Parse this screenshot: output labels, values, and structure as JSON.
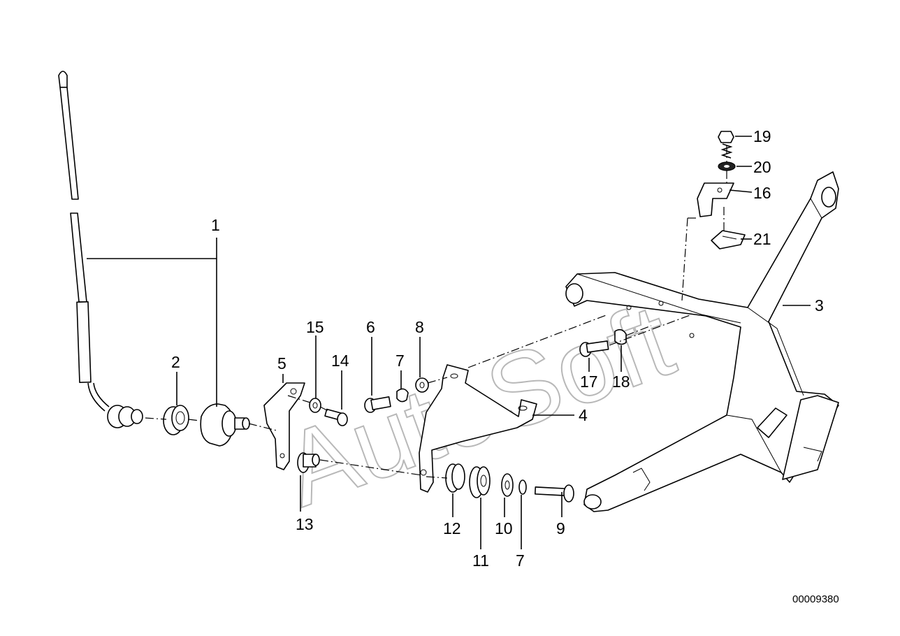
{
  "diagram": {
    "watermark": "AutoSoft",
    "drawing_code": "00009380",
    "callouts": [
      "1",
      "2",
      "3",
      "4",
      "5",
      "6",
      "7",
      "8",
      "9",
      "10",
      "11",
      "12",
      "13",
      "14",
      "15",
      "16",
      "17",
      "18",
      "19",
      "20",
      "21",
      "7"
    ]
  }
}
